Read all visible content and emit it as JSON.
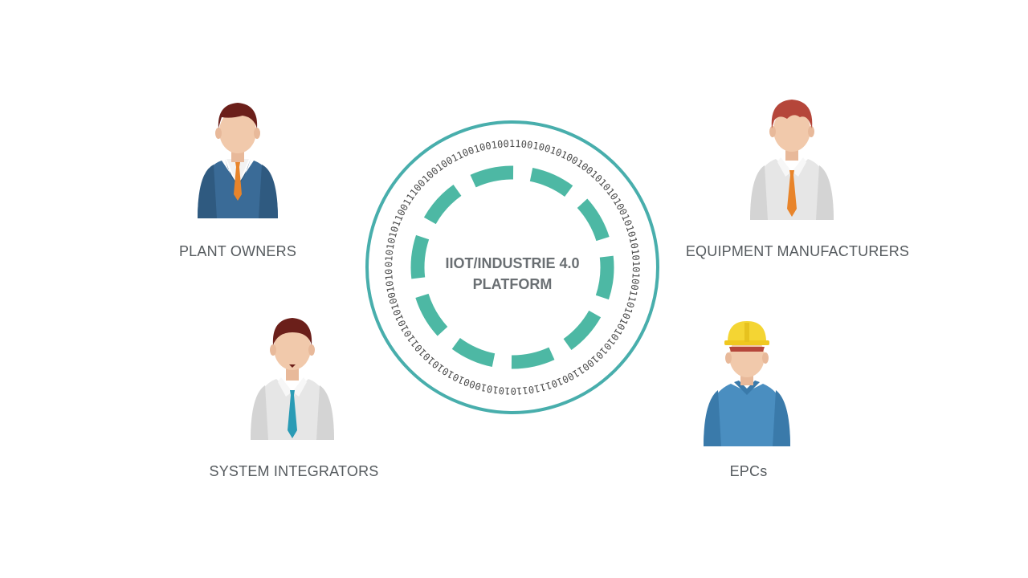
{
  "hub": {
    "title_line1": "IIOT/INDUSTRIE 4.0",
    "title_line2": "PLATFORM",
    "binary_text": "010101011001110010010011001001001100100101001001010101001010101010100110101010101010011001011101101010100010101010101101010100101000100010101000100101101010101",
    "ring_color": "#48aeac",
    "segment_color": "#4db8a4"
  },
  "stakeholders": {
    "plant_owners": {
      "label": "PLANT OWNERS",
      "icon": "businessman-suit-icon"
    },
    "equipment_manufacturers": {
      "label": "EQUIPMENT MANUFACTURERS",
      "icon": "redhead-man-orange-tie-icon"
    },
    "system_integrators": {
      "label": "SYSTEM INTEGRATORS",
      "icon": "man-blue-tie-icon"
    },
    "epcs": {
      "label": "EPCs",
      "icon": "hard-hat-worker-icon"
    }
  }
}
